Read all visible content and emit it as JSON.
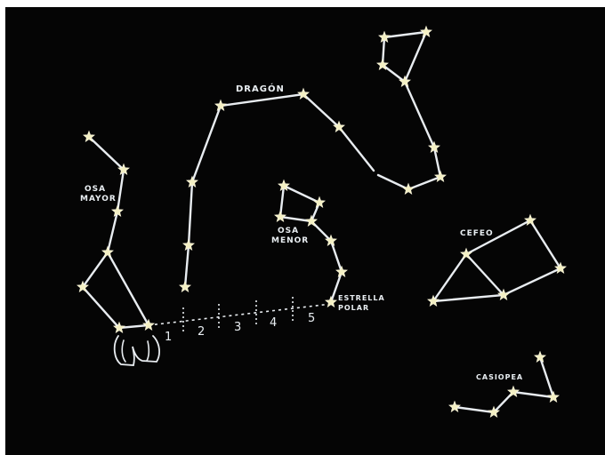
{
  "labels": {
    "dragon": "DRAGÓN",
    "osa_mayor_1": "OSA",
    "osa_mayor_2": "MAYOR",
    "osa_menor_1": "OSA",
    "osa_menor_2": "MENOR",
    "estrella_1": "ESTRELLA",
    "estrella_2": "POLAR",
    "cefeo": "CEFEO",
    "casiopea": "CASIOPEA"
  },
  "scale": [
    "1",
    "2",
    "3",
    "4",
    "5"
  ],
  "colors": {
    "board": "#050505",
    "chalk": "#e8ecf0",
    "star": "#f4f0c4"
  }
}
